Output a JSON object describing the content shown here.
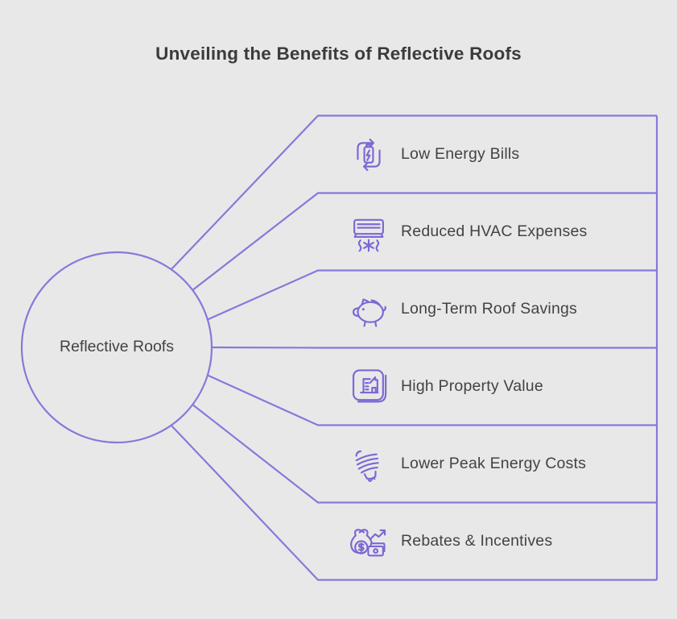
{
  "title": "Unveiling the Benefits of Reflective Roofs",
  "hub": {
    "label": "Reflective Roofs"
  },
  "benefits": [
    {
      "label": "Low Energy Bills",
      "icon": "battery-cycle-icon"
    },
    {
      "label": "Reduced HVAC Expenses",
      "icon": "air-conditioner-icon"
    },
    {
      "label": "Long-Term Roof Savings",
      "icon": "piggy-bank-icon"
    },
    {
      "label": "High Property Value",
      "icon": "property-building-icon"
    },
    {
      "label": "Lower Peak Energy Costs",
      "icon": "cfl-bulb-icon"
    },
    {
      "label": "Rebates & Incentives",
      "icon": "money-bag-growth-icon"
    }
  ],
  "colors": {
    "background": "#e9e8e8",
    "accent": "#7c68d4",
    "connector": "#837bda",
    "title_text": "#3b3b3b",
    "label_text": "#434343"
  }
}
